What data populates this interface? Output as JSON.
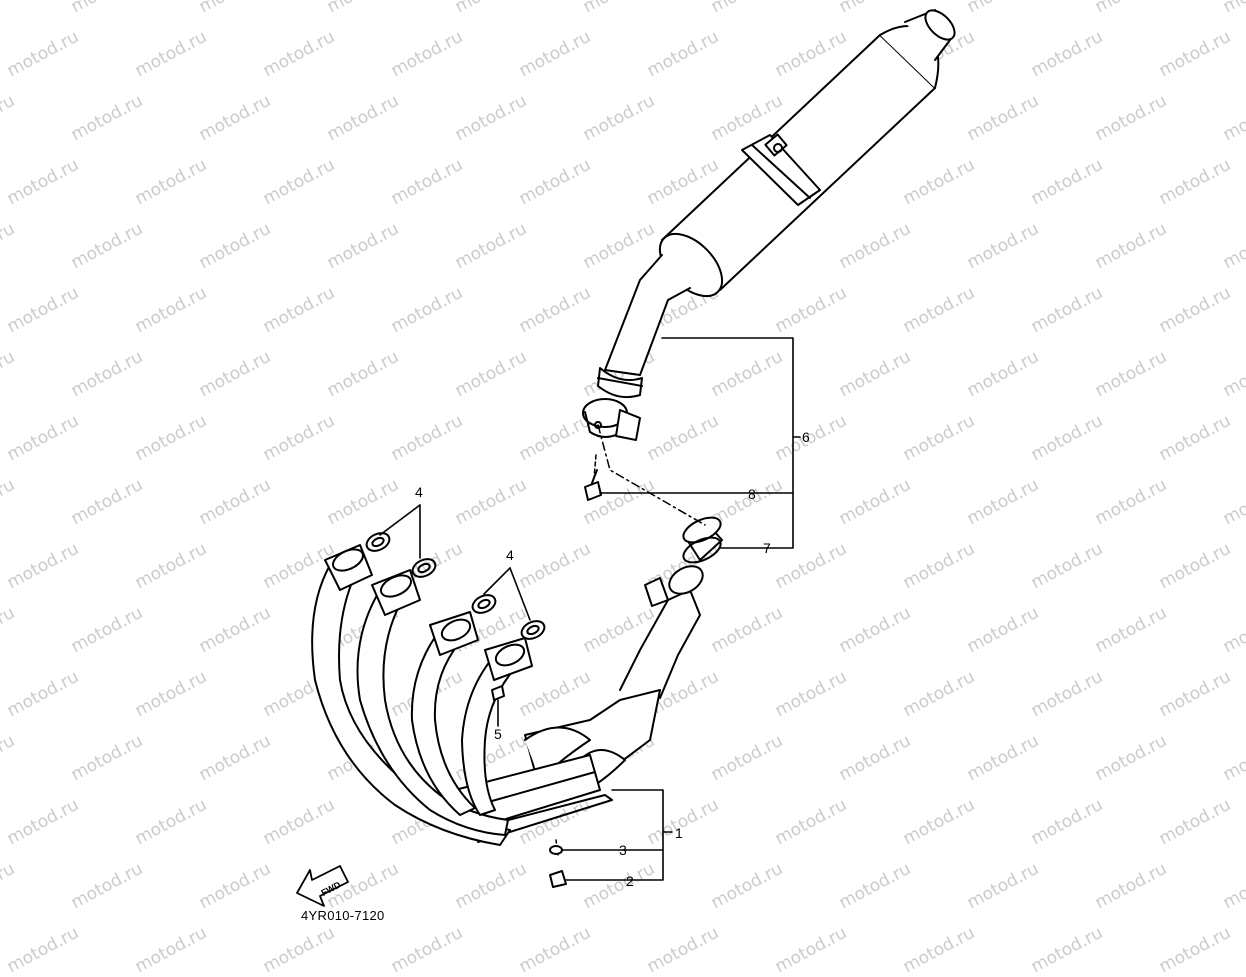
{
  "watermark": "motod.ru",
  "drawing_code": "4YR010-7120",
  "fwd_label": "FWD",
  "callouts": {
    "c1": "1",
    "c2": "2",
    "c3": "3",
    "c4a": "4",
    "c4b": "4",
    "c5": "5",
    "c6": "6",
    "c7": "7",
    "c8": "8"
  }
}
